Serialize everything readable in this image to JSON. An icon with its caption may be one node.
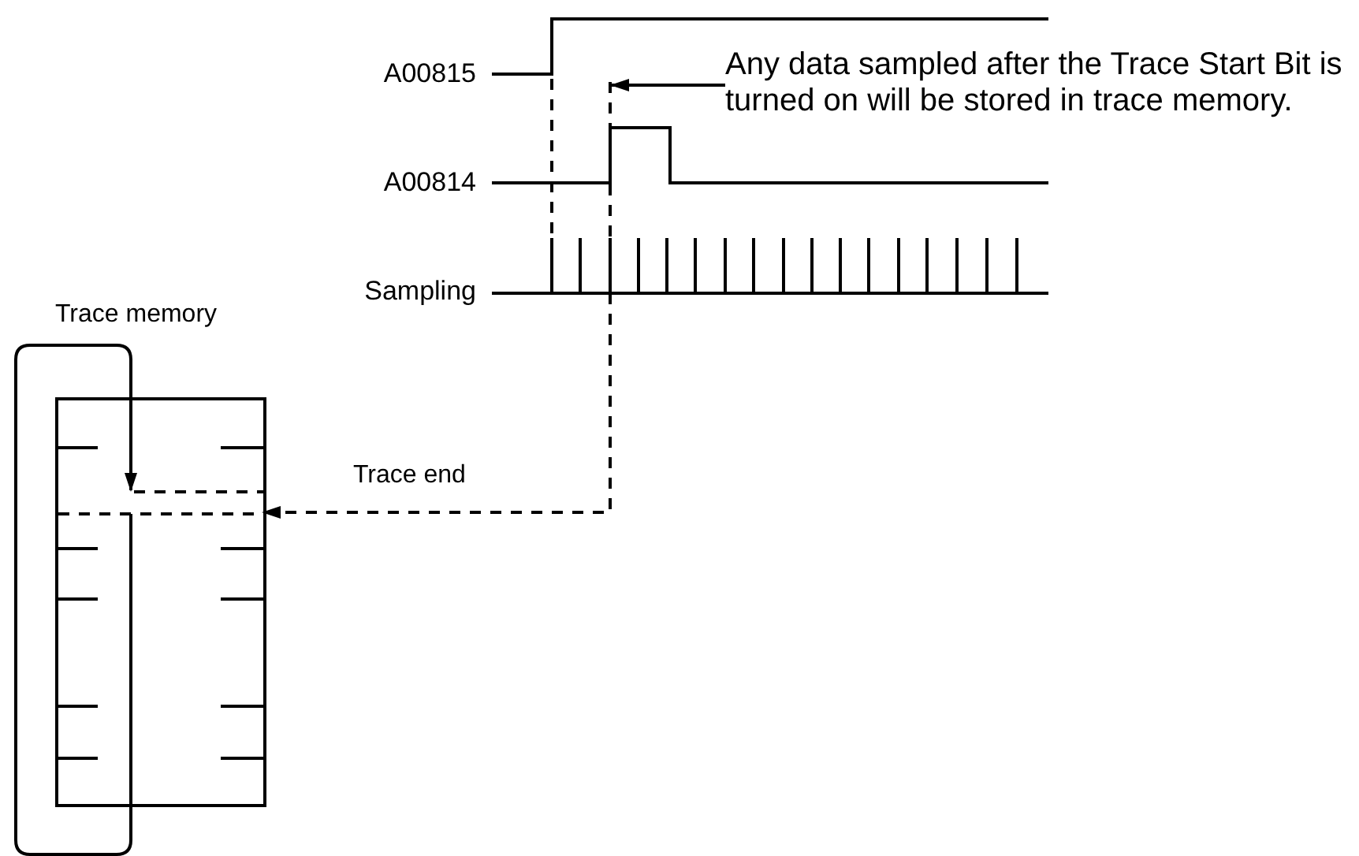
{
  "diagram": {
    "nodes": [
      {
        "text": [
          "Trace memory"
        ]
      },
      {
        "text": [
          "Any data sampled after the Trace Start Bit is turned on will be stored in trace memory."
        ]
      },
      {
        "text": [],
        "shape": "line"
      }
    ],
    "edges": [
      {
        "from": 1,
        "to": 2,
        "arrow": "to"
      },
      {
        "from": 2,
        "to": 0,
        "arrow": "to",
        "label": "Trace end",
        "style": "dashed"
      }
    ],
    "labels": [
      "A00815",
      "A00814",
      "Sampling"
    ]
  }
}
